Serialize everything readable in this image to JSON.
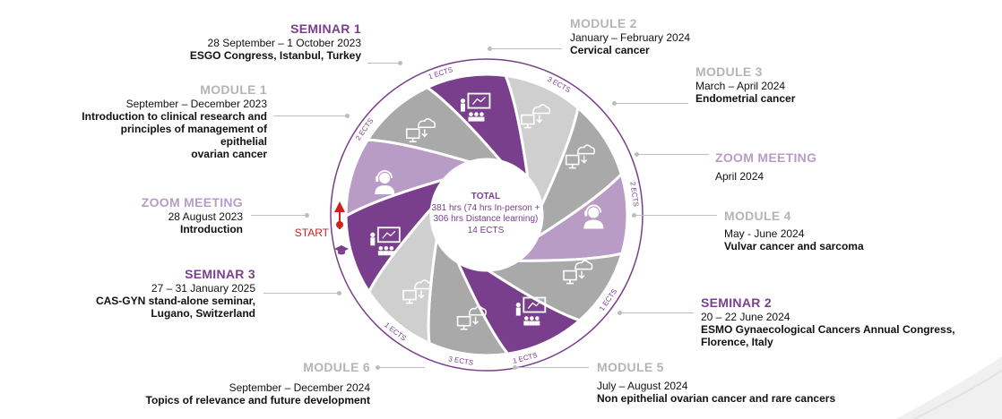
{
  "center": {
    "title": "TOTAL",
    "line1": "381 hrs (74 hrs In-person +",
    "line2": "306 hrs Distance learning)",
    "line3": "14 ECTS"
  },
  "start_label": "START",
  "ects": [
    "1 ECTS",
    "3 ECTS",
    "2 ECTS",
    "1 ECTS",
    "1 ECTS",
    "3 ECTS",
    "1 ECTS",
    "2 ECTS"
  ],
  "blocks": {
    "seminar1": {
      "title": "SEMINAR 1",
      "date": "28 September – 1 October 2023",
      "desc": "ESGO Congress, Istanbul, Turkey"
    },
    "module1": {
      "title": "MODULE 1",
      "date": "September – December 2023",
      "desc1": "Introduction to clinical research and",
      "desc2": "principles of management of epithelial",
      "desc3": "ovarian cancer"
    },
    "zoom1": {
      "title": "ZOOM MEETING",
      "date": "28 August 2023",
      "desc": "Introduction"
    },
    "seminar3": {
      "title": "SEMINAR 3",
      "date": "27 – 31 January 2025",
      "desc1": "CAS-GYN stand-alone seminar,",
      "desc2": "Lugano, Switzerland"
    },
    "module6": {
      "title": "MODULE 6",
      "date": "September – December 2024",
      "desc": "Topics of relevance and future development"
    },
    "module2": {
      "title": "MODULE 2",
      "date": "January – February 2024",
      "desc": "Cervical cancer"
    },
    "module3": {
      "title": "MODULE 3",
      "date": "March – April 2024",
      "desc": "Endometrial cancer"
    },
    "zoom2": {
      "title": "ZOOM MEETING",
      "date": "April 2024"
    },
    "module4": {
      "title": "MODULE 4",
      "date": "May - June 2024",
      "desc": "Vulvar cancer and sarcoma"
    },
    "seminar2": {
      "title": "SEMINAR 2",
      "date": "20 – 22 June 2024",
      "desc1": "ESMO Gynaecological Cancers Annual Congress,",
      "desc2": "Florence, Italy"
    },
    "module5": {
      "title": "MODULE 5",
      "date": "July – August 2024",
      "desc": "Non epithelial ovarian cancer and rare cancers"
    }
  },
  "colors": {
    "seminar": "#7a3f8c",
    "zoom": "#b89cc6",
    "module_dark": "#a9a9a9",
    "module_light": "#cfcfcf",
    "start": "#d0201f"
  },
  "segments": [
    {
      "kind": "seminar",
      "icon": "presentation-icon"
    },
    {
      "kind": "module",
      "icon": "cloud-computer-icon"
    },
    {
      "kind": "module",
      "icon": "cloud-computer-icon"
    },
    {
      "kind": "zoom",
      "icon": "headset-icon"
    },
    {
      "kind": "module",
      "icon": "cloud-computer-icon"
    },
    {
      "kind": "seminar",
      "icon": "presentation-icon"
    },
    {
      "kind": "module",
      "icon": "cloud-computer-icon"
    },
    {
      "kind": "module",
      "icon": "cloud-computer-icon"
    },
    {
      "kind": "seminar",
      "icon": "presentation-icon"
    },
    {
      "kind": "zoom",
      "icon": "headset-icon"
    },
    {
      "kind": "module",
      "icon": "cloud-computer-icon"
    }
  ]
}
